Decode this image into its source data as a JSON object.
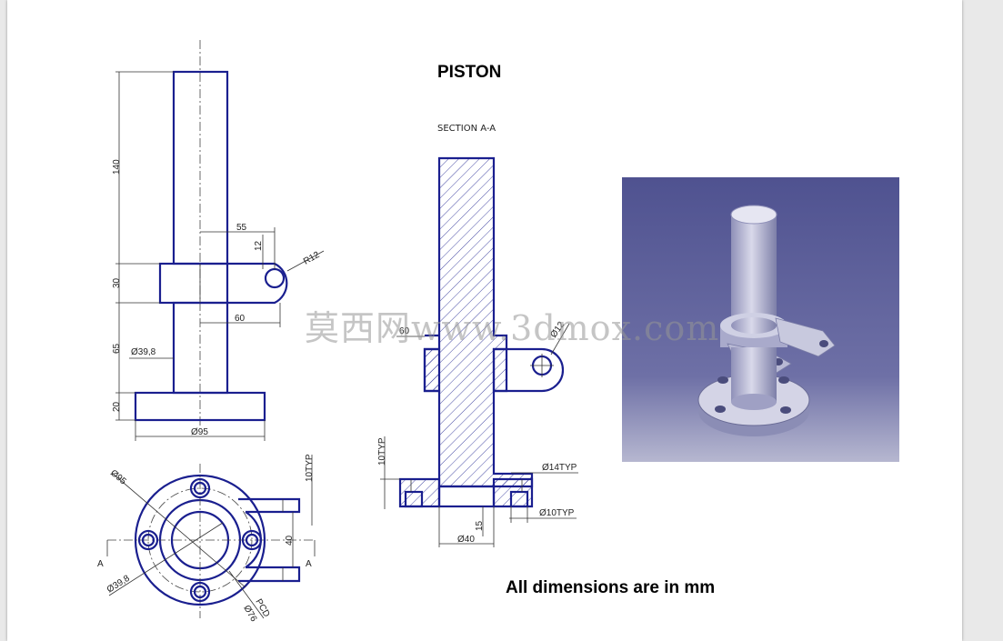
{
  "title": "PISTON",
  "section_label": "SECTION A-A",
  "units_note": "All dimensions are in mm",
  "watermark": "莫西网www.3dmox.com",
  "dimensions": {
    "front": {
      "d140": "140",
      "d55": "55",
      "d12": "12",
      "r12": "R12",
      "d30": "30",
      "d60": "60",
      "d65": "65",
      "dia39": "Ø39,8",
      "d20": "20",
      "dia95": "Ø95"
    },
    "top": {
      "dia95": "Ø95",
      "d10typ": "10TYP",
      "d40": "40",
      "a_left": "A",
      "a_right": "A",
      "dia39": "Ø39,8",
      "pcd": "PCD",
      "dia76": "Ø76"
    },
    "section": {
      "d60": "60",
      "d12": "Ø12",
      "d10typ": "10TYP",
      "dia14": "Ø14TYP",
      "dia10": "Ø10TYP",
      "d15": "15",
      "dia40": "Ø40"
    }
  },
  "colors": {
    "outline": "#1a1f8f",
    "render_bg": "#5d5f96"
  }
}
